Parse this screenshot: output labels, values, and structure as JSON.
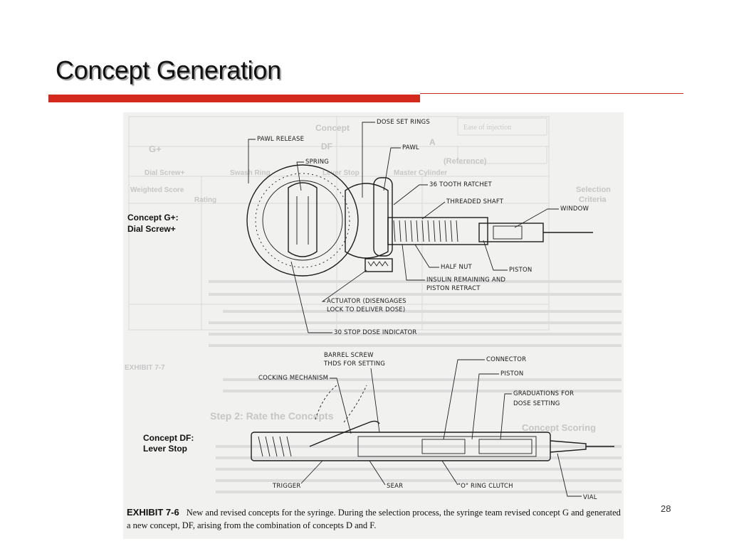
{
  "slide": {
    "title": "Concept Generation",
    "page_number": "28",
    "accent_color": "#d42a1d"
  },
  "figure": {
    "concepts": {
      "g_plus_line1": "Concept G+:",
      "g_plus_line2": "Dial Screw+",
      "df_line1": "Concept  DF:",
      "df_line2": "Lever Stop"
    },
    "callouts_top": {
      "dose_set_rings": "DOSE SET RINGS",
      "pawl_release": "PAWL RELEASE",
      "pawl": "PAWL",
      "spring": "SPRING",
      "ratchet": "36 TOOTH RATCHET",
      "threaded_shaft": "THREADED SHAFT",
      "window": "WINDOW",
      "half_nut": "HALF NUT",
      "piston": "PISTON",
      "insulin_line1": "INSULIN REMAINING AND",
      "insulin_line2": "PISTON RETRACT",
      "actuator_line1": "ACTUATOR (DISENGAGES",
      "actuator_line2": "LOCK TO DELIVER DOSE)",
      "stop_indicator": "30 STOP DOSE INDICATOR"
    },
    "callouts_bottom": {
      "barrel_line1": "BARREL SCREW",
      "barrel_line2": "THDS FOR SETTING",
      "connector": "CONNECTOR",
      "piston": "PISTON",
      "cocking": "COCKING MECHANISM",
      "graduations_line1": "GRADUATIONS FOR",
      "graduations_line2": "DOSE SETTING",
      "trigger": "TRIGGER",
      "sear": "SEAR",
      "ring_clutch": "\"O\" RING CLUTCH",
      "vial": "VIAL"
    },
    "background_print": {
      "concept": "Concept",
      "selection": "Selection",
      "criteria": "Criteria",
      "g_plus": "G+",
      "df": "DF",
      "reference": "(Reference)",
      "a": "A",
      "master_cylinder": "Master Cylinder",
      "lever_stop": "Lever Stop",
      "swash_ring": "Swash Ring",
      "dial_screw": "Dial Screw+",
      "weighted_score": "Weighted Score",
      "rating": "Rating",
      "ease_of_injection": "Ease of injection",
      "exhibit_7_7": "EXHIBIT 7-7",
      "step2": "Step 2: Rate the Concepts",
      "concept_scoring": "Concept Scoring"
    }
  },
  "caption": {
    "label": "EXHIBIT 7-6",
    "text": "New and revised concepts for the syringe. During the selection process, the syringe team revised concept G and generated a new concept, DF, arising from the combination of concepts D and F."
  }
}
